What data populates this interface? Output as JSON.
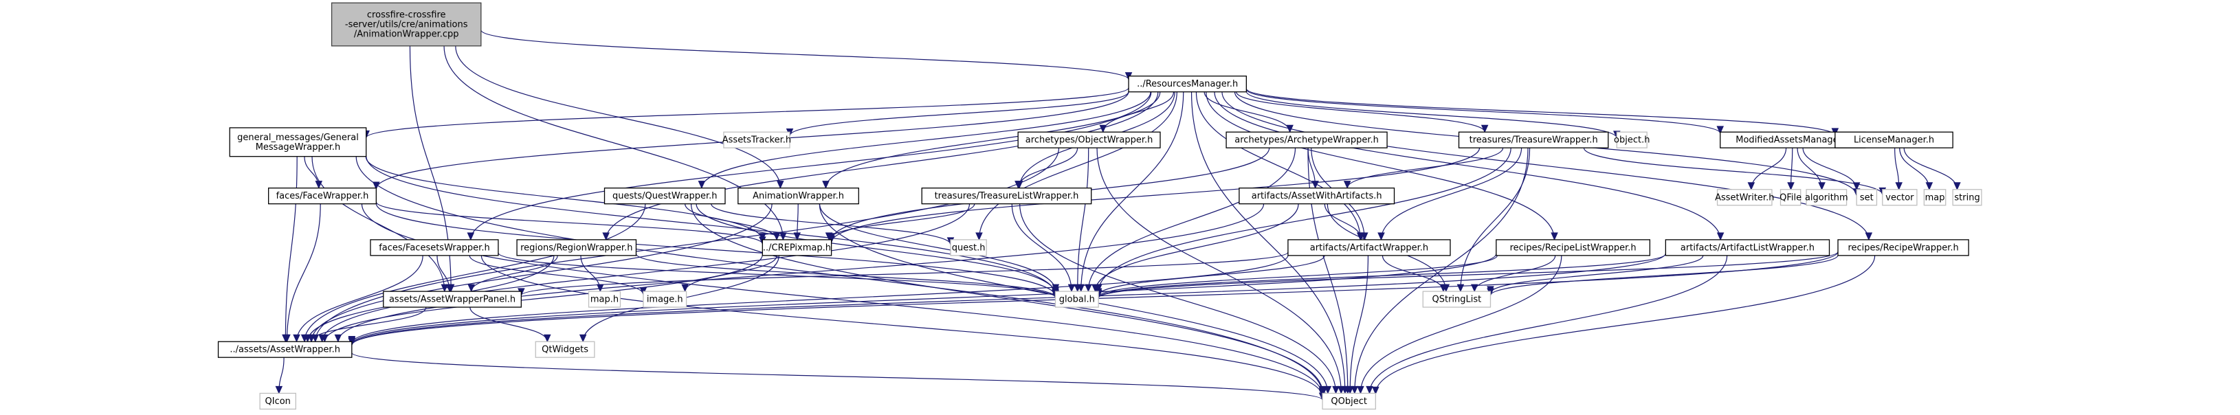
{
  "title": "Include dependency graph for AnimationWrapper.cpp",
  "colors": {
    "edge": "#191970",
    "root_fill": "#bfbfbf",
    "root_border": "#404040",
    "documented_border": "#000000",
    "external_border": "#bfbfbf",
    "node_fill": "#ffffff"
  },
  "nodes": [
    {
      "id": "root",
      "kind": "root",
      "lines": [
        "crossfire-crossfire",
        "-server/utils/cre/animations",
        "/AnimationWrapper.cpp"
      ]
    },
    {
      "id": "resman",
      "kind": "doc",
      "lines": [
        "../ResourcesManager.h"
      ]
    },
    {
      "id": "genmsg",
      "kind": "doc",
      "lines": [
        "general_messages/General",
        "MessageWrapper.h"
      ]
    },
    {
      "id": "assetstracker",
      "kind": "ext",
      "lines": [
        "AssetsTracker.h"
      ]
    },
    {
      "id": "objwrap",
      "kind": "doc",
      "lines": [
        "archetypes/ObjectWrapper.h"
      ]
    },
    {
      "id": "archwrap",
      "kind": "doc",
      "lines": [
        "archetypes/ArchetypeWrapper.h"
      ]
    },
    {
      "id": "treawrap",
      "kind": "doc",
      "lines": [
        "treasures/TreasureWrapper.h"
      ]
    },
    {
      "id": "objecth",
      "kind": "ext",
      "lines": [
        "object.h"
      ]
    },
    {
      "id": "modassets",
      "kind": "doc",
      "lines": [
        "ModifiedAssetsManager.h"
      ]
    },
    {
      "id": "license",
      "kind": "doc",
      "lines": [
        "LicenseManager.h"
      ]
    },
    {
      "id": "facewrap",
      "kind": "doc",
      "lines": [
        "faces/FaceWrapper.h"
      ]
    },
    {
      "id": "questwrap",
      "kind": "doc",
      "lines": [
        "quests/QuestWrapper.h"
      ]
    },
    {
      "id": "animwrap",
      "kind": "doc",
      "lines": [
        "AnimationWrapper.h"
      ]
    },
    {
      "id": "trealist",
      "kind": "doc",
      "lines": [
        "treasures/TreasureListWrapper.h"
      ]
    },
    {
      "id": "assetwithart",
      "kind": "doc",
      "lines": [
        "artifacts/AssetWithArtifacts.h"
      ]
    },
    {
      "id": "assetwriter",
      "kind": "ext",
      "lines": [
        "AssetWriter.h"
      ]
    },
    {
      "id": "qfile",
      "kind": "ext",
      "lines": [
        "QFile"
      ]
    },
    {
      "id": "algorithm",
      "kind": "ext",
      "lines": [
        "algorithm"
      ]
    },
    {
      "id": "set",
      "kind": "ext",
      "lines": [
        "set"
      ]
    },
    {
      "id": "vector",
      "kind": "ext",
      "lines": [
        "vector"
      ]
    },
    {
      "id": "map",
      "kind": "ext",
      "lines": [
        "map"
      ]
    },
    {
      "id": "string",
      "kind": "ext",
      "lines": [
        "string"
      ]
    },
    {
      "id": "facesets",
      "kind": "doc",
      "lines": [
        "faces/FacesetsWrapper.h"
      ]
    },
    {
      "id": "regionwrap",
      "kind": "doc",
      "lines": [
        "regions/RegionWrapper.h"
      ]
    },
    {
      "id": "crepixmap",
      "kind": "doc",
      "lines": [
        "../CREPixmap.h"
      ]
    },
    {
      "id": "questh",
      "kind": "ext",
      "lines": [
        "quest.h"
      ]
    },
    {
      "id": "artwrap",
      "kind": "doc",
      "lines": [
        "artifacts/ArtifactWrapper.h"
      ]
    },
    {
      "id": "recipelist",
      "kind": "doc",
      "lines": [
        "recipes/RecipeListWrapper.h"
      ]
    },
    {
      "id": "artlist",
      "kind": "doc",
      "lines": [
        "artifacts/ArtifactListWrapper.h"
      ]
    },
    {
      "id": "recipewrap",
      "kind": "doc",
      "lines": [
        "recipes/RecipeWrapper.h"
      ]
    },
    {
      "id": "awpanel",
      "kind": "doc",
      "lines": [
        "assets/AssetWrapperPanel.h"
      ]
    },
    {
      "id": "maph",
      "kind": "ext",
      "lines": [
        "map.h"
      ]
    },
    {
      "id": "imageh",
      "kind": "ext",
      "lines": [
        "image.h"
      ]
    },
    {
      "id": "globalh",
      "kind": "ext",
      "lines": [
        "global.h"
      ]
    },
    {
      "id": "qstringlist",
      "kind": "ext",
      "lines": [
        "QStringList"
      ]
    },
    {
      "id": "assetwrapper",
      "kind": "doc",
      "lines": [
        "../assets/AssetWrapper.h"
      ]
    },
    {
      "id": "qtwidgets",
      "kind": "ext",
      "lines": [
        "QtWidgets"
      ]
    },
    {
      "id": "qicon",
      "kind": "ext",
      "lines": [
        "QIcon"
      ]
    },
    {
      "id": "qobject",
      "kind": "ext",
      "lines": [
        "QObject"
      ]
    }
  ],
  "edges": [
    [
      "root",
      "resman"
    ],
    [
      "root",
      "animwrap"
    ],
    [
      "root",
      "awpanel"
    ],
    [
      "root",
      "crepixmap"
    ],
    [
      "resman",
      "genmsg"
    ],
    [
      "resman",
      "assetstracker"
    ],
    [
      "resman",
      "objwrap"
    ],
    [
      "resman",
      "archwrap"
    ],
    [
      "resman",
      "treawrap"
    ],
    [
      "resman",
      "objecth"
    ],
    [
      "resman",
      "modassets"
    ],
    [
      "resman",
      "license"
    ],
    [
      "resman",
      "facewrap"
    ],
    [
      "resman",
      "questwrap"
    ],
    [
      "resman",
      "animwrap"
    ],
    [
      "resman",
      "trealist"
    ],
    [
      "resman",
      "facesets"
    ],
    [
      "resman",
      "regionwrap"
    ],
    [
      "resman",
      "artwrap"
    ],
    [
      "resman",
      "recipelist"
    ],
    [
      "resman",
      "artlist"
    ],
    [
      "resman",
      "recipewrap"
    ],
    [
      "resman",
      "questh"
    ],
    [
      "resman",
      "globalh"
    ],
    [
      "resman",
      "set"
    ],
    [
      "resman",
      "qobject"
    ],
    [
      "genmsg",
      "facewrap"
    ],
    [
      "genmsg",
      "crepixmap"
    ],
    [
      "genmsg",
      "awpanel"
    ],
    [
      "genmsg",
      "assetwrapper"
    ],
    [
      "genmsg",
      "globalh"
    ],
    [
      "genmsg",
      "qobject"
    ],
    [
      "objwrap",
      "trealist"
    ],
    [
      "objwrap",
      "globalh"
    ],
    [
      "objwrap",
      "assetwrapper"
    ],
    [
      "objwrap",
      "qobject"
    ],
    [
      "archwrap",
      "assetwithart"
    ],
    [
      "archwrap",
      "artwrap"
    ],
    [
      "archwrap",
      "globalh"
    ],
    [
      "archwrap",
      "crepixmap"
    ],
    [
      "archwrap",
      "qobject"
    ],
    [
      "treawrap",
      "assetwithart"
    ],
    [
      "treawrap",
      "artwrap"
    ],
    [
      "treawrap",
      "crepixmap"
    ],
    [
      "treawrap",
      "globalh"
    ],
    [
      "treawrap",
      "qstringlist"
    ],
    [
      "treawrap",
      "vector"
    ],
    [
      "treawrap",
      "qobject"
    ],
    [
      "modassets",
      "assetwriter"
    ],
    [
      "modassets",
      "qfile"
    ],
    [
      "modassets",
      "algorithm"
    ],
    [
      "modassets",
      "set"
    ],
    [
      "license",
      "vector"
    ],
    [
      "license",
      "map"
    ],
    [
      "license",
      "string"
    ],
    [
      "facewrap",
      "crepixmap"
    ],
    [
      "facewrap",
      "assetwrapper"
    ],
    [
      "facewrap",
      "globalh"
    ],
    [
      "facewrap",
      "qobject"
    ],
    [
      "questwrap",
      "crepixmap"
    ],
    [
      "questwrap",
      "questh"
    ],
    [
      "questwrap",
      "assetwrapper"
    ],
    [
      "questwrap",
      "qobject"
    ],
    [
      "questwrap",
      "globalh"
    ],
    [
      "animwrap",
      "crepixmap"
    ],
    [
      "animwrap",
      "assetwrapper"
    ],
    [
      "animwrap",
      "globalh"
    ],
    [
      "animwrap",
      "qobject"
    ],
    [
      "trealist",
      "crepixmap"
    ],
    [
      "trealist",
      "assetwrapper"
    ],
    [
      "trealist",
      "globalh"
    ],
    [
      "trealist",
      "qobject"
    ],
    [
      "assetwithart",
      "artwrap"
    ],
    [
      "assetwithart",
      "globalh"
    ],
    [
      "assetwithart",
      "assetwrapper"
    ],
    [
      "assetwithart",
      "qstringlist"
    ],
    [
      "facesets",
      "awpanel"
    ],
    [
      "facesets",
      "assetwrapper"
    ],
    [
      "facesets",
      "imageh"
    ],
    [
      "facesets",
      "globalh"
    ],
    [
      "facesets",
      "qobject"
    ],
    [
      "regionwrap",
      "maph"
    ],
    [
      "regionwrap",
      "awpanel"
    ],
    [
      "regionwrap",
      "assetwrapper"
    ],
    [
      "regionwrap",
      "globalh"
    ],
    [
      "crepixmap",
      "imageh"
    ],
    [
      "crepixmap",
      "qtwidgets"
    ],
    [
      "crepixmap",
      "assetwrapper"
    ],
    [
      "artwrap",
      "globalh"
    ],
    [
      "artwrap",
      "qstringlist"
    ],
    [
      "artwrap",
      "awpanel"
    ],
    [
      "artwrap",
      "assetwrapper"
    ],
    [
      "artwrap",
      "qobject"
    ],
    [
      "recipelist",
      "globalh"
    ],
    [
      "recipelist",
      "qstringlist"
    ],
    [
      "recipelist",
      "assetwrapper"
    ],
    [
      "recipelist",
      "qobject"
    ],
    [
      "artlist",
      "globalh"
    ],
    [
      "artlist",
      "qstringlist"
    ],
    [
      "artlist",
      "assetwrapper"
    ],
    [
      "artlist",
      "qobject"
    ],
    [
      "recipewrap",
      "globalh"
    ],
    [
      "recipewrap",
      "qstringlist"
    ],
    [
      "recipewrap",
      "assetwrapper"
    ],
    [
      "recipewrap",
      "qobject"
    ],
    [
      "awpanel",
      "assetwrapper"
    ],
    [
      "awpanel",
      "qtwidgets"
    ],
    [
      "assetwrapper",
      "qicon"
    ],
    [
      "assetwrapper",
      "qobject"
    ]
  ]
}
